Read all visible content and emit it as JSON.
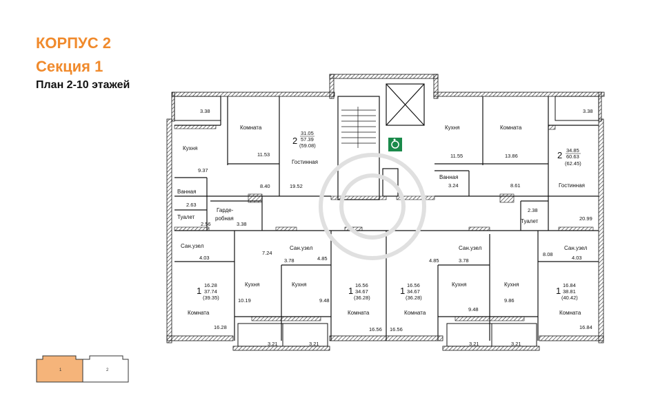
{
  "header": {
    "building": "КОРПУС 2",
    "section": "Секция 1",
    "plan": "План 2-10 этажей"
  },
  "colors": {
    "accent": "#f08a2c",
    "key_fill": "#f5b47a"
  },
  "key_plan": {
    "section1": "1",
    "section2": "2"
  },
  "plan": {
    "apartments": [
      {
        "rooms": "2",
        "living": "31.05",
        "total": "57.39",
        "total_balcony": "(59.08)"
      },
      {
        "rooms": "2",
        "living": "34.85",
        "total": "60.63",
        "total_balcony": "(62.45)"
      },
      {
        "rooms": "1",
        "living": "16.28",
        "total": "37.74",
        "total_balcony": "(39.35)"
      },
      {
        "rooms": "1",
        "living": "16.56",
        "total": "34.67",
        "total_balcony": "(36.28)"
      },
      {
        "rooms": "1",
        "living": "16.56",
        "total": "34.67",
        "total_balcony": "(36.28)"
      },
      {
        "rooms": "1",
        "living": "16.84",
        "total": "38.81",
        "total_balcony": "(40.42)"
      }
    ],
    "labels": {
      "kitchen": "Кухня",
      "room": "Комната",
      "living_room": "Гостинная",
      "bathroom": "Ванная",
      "toilet": "Туалет",
      "wardrobe_1": "Гарде-",
      "wardrobe_2": "робная",
      "sanuzel": "Сан.узел"
    },
    "areas": {
      "a_338_l": "3.38",
      "a_1153": "11.53",
      "a_937": "9.37",
      "a_263": "2.63",
      "a_256": "2.56",
      "a_338_w": "3.38",
      "a_840": "8.40",
      "a_1952": "19.52",
      "a_403_l": "4.03",
      "a_724": "7.24",
      "a_1019": "10.19",
      "a_1628": "16.28",
      "a_378_l": "3.78",
      "a_485_l": "4.85",
      "a_948_l": "9.48",
      "a_1656_l": "16.56",
      "a_321_1": "3.21",
      "a_321_2": "3.21",
      "a_1155": "11.55",
      "a_1386": "13.86",
      "a_338_r": "3.38",
      "a_324": "3.24",
      "a_861": "8.61",
      "a_238": "2.38",
      "a_2099": "20.99",
      "a_808": "8.08",
      "a_403_r": "4.03",
      "a_485_r": "4.85",
      "a_378_r": "3.78",
      "a_1656_r": "16.56",
      "a_948_r": "9.48",
      "a_986": "9.86",
      "a_1684": "16.84",
      "a_321_3": "3.21",
      "a_321_4": "3.21"
    }
  }
}
